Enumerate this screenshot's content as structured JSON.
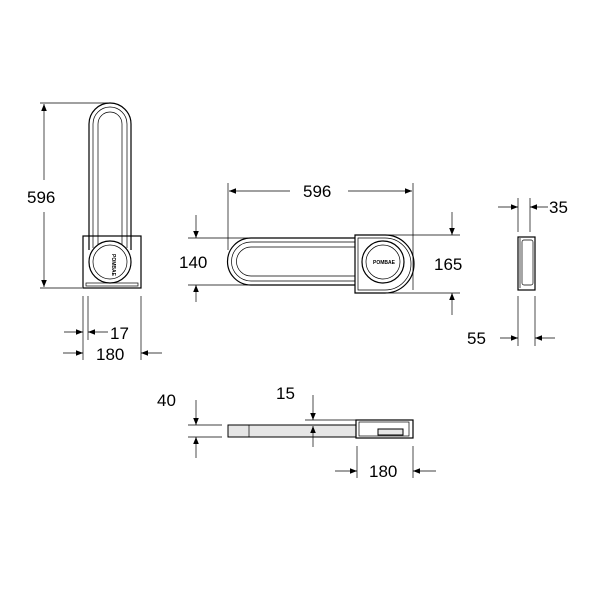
{
  "drawing": {
    "logo_text": "POMBAE",
    "front_view": {
      "height": "596",
      "offset": "17",
      "width": "180"
    },
    "top_view": {
      "length": "596",
      "bar_height": "140",
      "base_height": "165"
    },
    "side_view": {
      "bar_depth": "35",
      "base_depth": "55"
    },
    "bottom_view": {
      "thickness": "40",
      "step": "15",
      "base_length": "180"
    },
    "line_color": "#000000"
  }
}
